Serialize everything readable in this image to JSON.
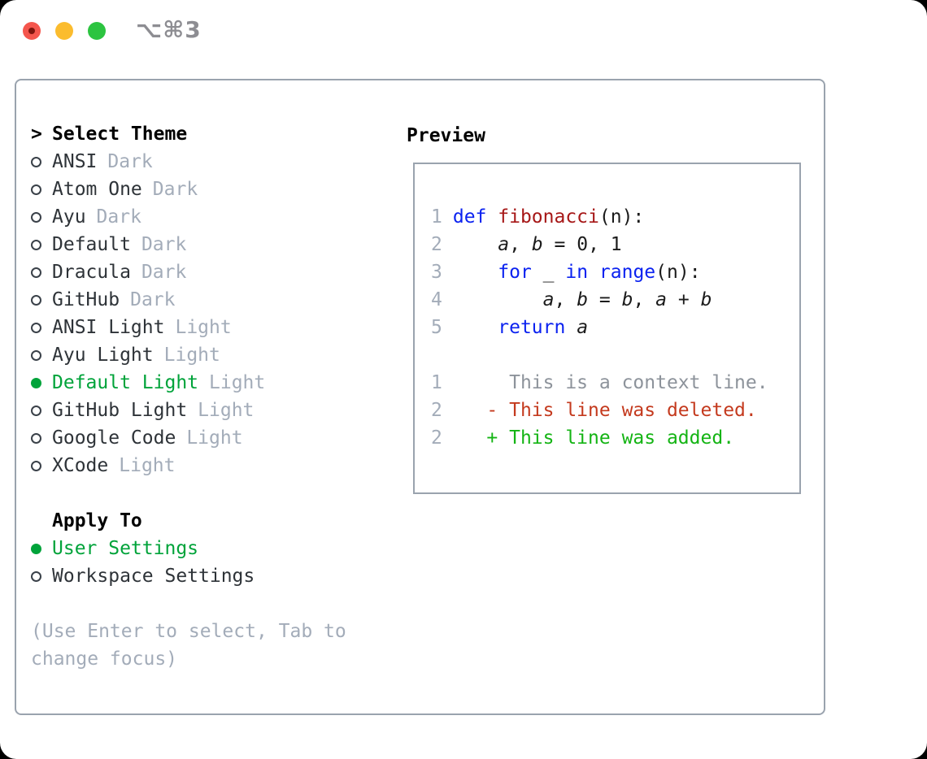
{
  "titlebar": {
    "shortcut": "⌥⌘3",
    "traffic_lights": [
      "close",
      "minimize",
      "zoom"
    ]
  },
  "theme_list": {
    "cursor": ">",
    "title": "Select Theme",
    "items": [
      {
        "name": "ANSI",
        "variant": "Dark",
        "selected": false
      },
      {
        "name": "Atom One",
        "variant": "Dark",
        "selected": false
      },
      {
        "name": "Ayu",
        "variant": "Dark",
        "selected": false
      },
      {
        "name": "Default",
        "variant": "Dark",
        "selected": false
      },
      {
        "name": "Dracula",
        "variant": "Dark",
        "selected": false
      },
      {
        "name": "GitHub",
        "variant": "Dark",
        "selected": false
      },
      {
        "name": "ANSI Light",
        "variant": "Light",
        "selected": false
      },
      {
        "name": "Ayu Light",
        "variant": "Light",
        "selected": false
      },
      {
        "name": "Default Light",
        "variant": "Light",
        "selected": true
      },
      {
        "name": "GitHub Light",
        "variant": "Light",
        "selected": false
      },
      {
        "name": "Google Code",
        "variant": "Light",
        "selected": false
      },
      {
        "name": "XCode",
        "variant": "Light",
        "selected": false
      }
    ]
  },
  "apply_to": {
    "title": "Apply To",
    "options": [
      {
        "name": "User Settings",
        "selected": true
      },
      {
        "name": "Workspace Settings",
        "selected": false
      }
    ]
  },
  "hint": "(Use Enter to select, Tab to\nchange focus)",
  "preview": {
    "title": "Preview",
    "code_lines": [
      {
        "num": "1",
        "segments": [
          {
            "t": "def ",
            "s": "kw"
          },
          {
            "t": "fibonacci",
            "s": "fn"
          },
          {
            "t": "(n):",
            "s": "pl"
          }
        ]
      },
      {
        "num": "2",
        "segments": [
          {
            "t": "    ",
            "s": "pl"
          },
          {
            "t": "a",
            "s": "var"
          },
          {
            "t": ", ",
            "s": "pl"
          },
          {
            "t": "b",
            "s": "var"
          },
          {
            "t": " = ",
            "s": "pl"
          },
          {
            "t": "0, 1",
            "s": "pl"
          }
        ]
      },
      {
        "num": "3",
        "segments": [
          {
            "t": "    ",
            "s": "pl"
          },
          {
            "t": "for",
            "s": "kw"
          },
          {
            "t": " _ ",
            "s": "pl"
          },
          {
            "t": "in",
            "s": "kw"
          },
          {
            "t": " ",
            "s": "pl"
          },
          {
            "t": "range",
            "s": "kw"
          },
          {
            "t": "(n):",
            "s": "pl"
          }
        ]
      },
      {
        "num": "4",
        "segments": [
          {
            "t": "        ",
            "s": "pl"
          },
          {
            "t": "a",
            "s": "var"
          },
          {
            "t": ", ",
            "s": "pl"
          },
          {
            "t": "b",
            "s": "var"
          },
          {
            "t": " = ",
            "s": "pl"
          },
          {
            "t": "b",
            "s": "var"
          },
          {
            "t": ", ",
            "s": "pl"
          },
          {
            "t": "a",
            "s": "var"
          },
          {
            "t": " + ",
            "s": "pl"
          },
          {
            "t": "b",
            "s": "var"
          }
        ]
      },
      {
        "num": "5",
        "segments": [
          {
            "t": "    ",
            "s": "pl"
          },
          {
            "t": "return",
            "s": "kw"
          },
          {
            "t": " ",
            "s": "pl"
          },
          {
            "t": "a",
            "s": "var"
          }
        ]
      },
      {
        "num": "",
        "segments": []
      },
      {
        "num": "1",
        "segments": [
          {
            "t": "     This is a context line.",
            "s": "ctx"
          }
        ]
      },
      {
        "num": "2",
        "segments": [
          {
            "t": "   - This line was deleted.",
            "s": "del"
          }
        ]
      },
      {
        "num": "2",
        "segments": [
          {
            "t": "   + This line was added.",
            "s": "add"
          }
        ]
      }
    ]
  },
  "colors": {
    "border": "#9aa3ae",
    "item_ink": "#2e3338",
    "muted_gray": "#a3acb9",
    "selected_green": "#00a33a",
    "keyword_blue": "#0b22f0",
    "function_red": "#a61717",
    "context_gray": "#8d939b",
    "deleted_red": "#c43a1e",
    "added_green": "#14b414",
    "traffic_red": "#f4564d",
    "traffic_yellow": "#fbbc2e",
    "traffic_green": "#2cc440"
  }
}
